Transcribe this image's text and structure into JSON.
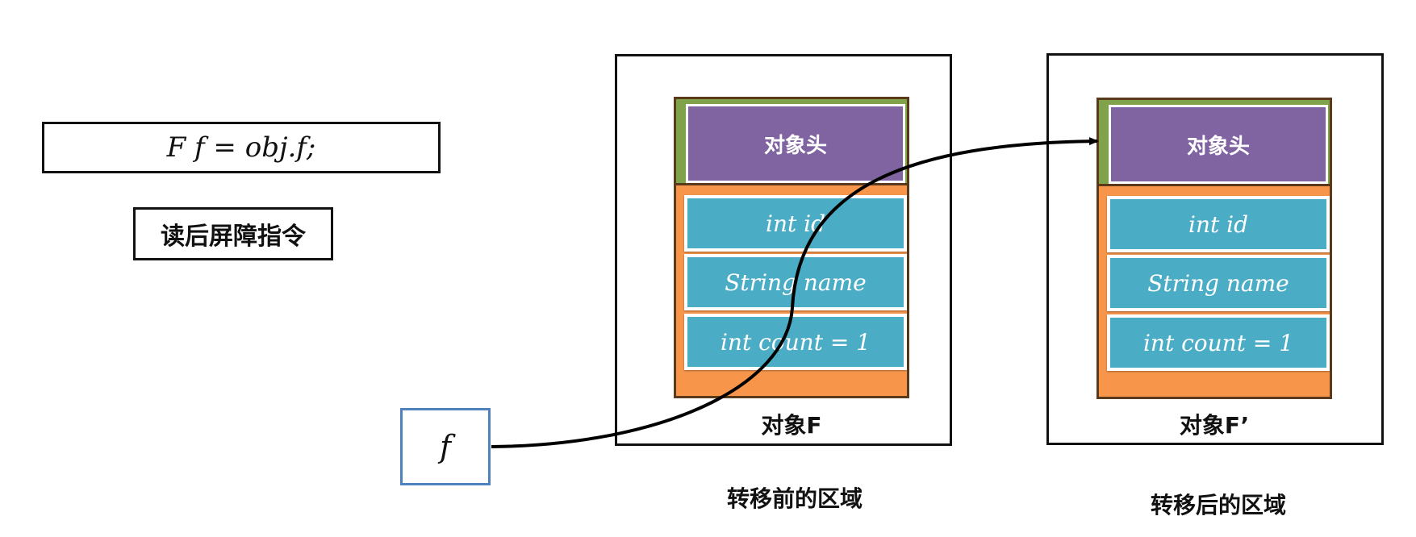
{
  "code_line": "F f  = obj.f;",
  "barrier_label": "读后屏障指令",
  "variable_label": "f",
  "before": {
    "object_label": "对象F",
    "region_label": "转移前的区域",
    "header": "对象头",
    "fields": [
      "int id",
      "String name",
      "int count = 1"
    ]
  },
  "after": {
    "object_label": "对象F’",
    "region_label": "转移后的区域",
    "header": "对象头",
    "fields": [
      "int id",
      "String name",
      "int count = 1"
    ]
  },
  "colors": {
    "header": "#8064a2",
    "field": "#4bacc6",
    "object_body": "#f7964a",
    "header_band": "#7fa24a",
    "variable_border": "#4f81bd"
  }
}
